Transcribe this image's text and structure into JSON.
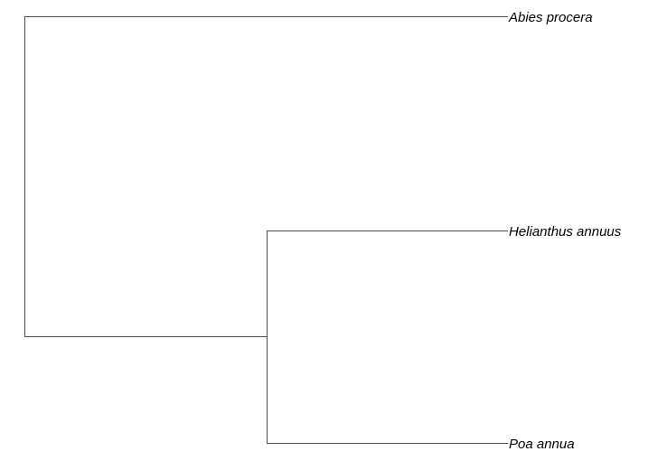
{
  "tree": {
    "tips": [
      {
        "label": "Abies procera"
      },
      {
        "label": "Helianthus annuus"
      },
      {
        "label": "Poa annua"
      }
    ],
    "topology": "(Abies procera,(Helianthus annuus,Poa annua));"
  }
}
